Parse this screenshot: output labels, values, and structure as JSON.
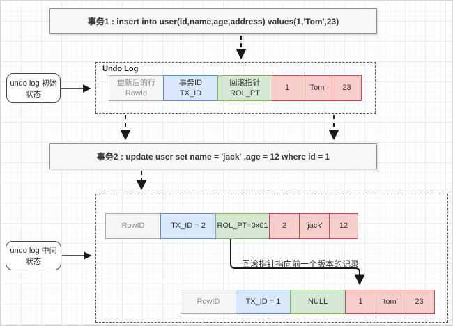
{
  "diagram": {
    "tx1_label": "事务1 : insert into user(id,name,age,address) values(1,'Tom',23)",
    "tx2_label": "事务2 : update user set name = 'jack' ,age = 12 where id = 1",
    "undo_log_title": "Undo Log",
    "state_initial_label": "undo log 初始状态",
    "state_middle_label": "undo log 中间状态",
    "pointer_note": "回滚指针指向前一个版本的记录",
    "undo_row": {
      "cells": [
        {
          "type": "gray",
          "line1": "更新后的行",
          "line2": "RowId"
        },
        {
          "type": "blue",
          "line1": "事务ID",
          "line2": "TX_ID"
        },
        {
          "type": "green",
          "line1": "回滚指针",
          "line2": "ROL_PT"
        },
        {
          "type": "pink",
          "line1": "1"
        },
        {
          "type": "pink",
          "line1": "'Tom'"
        },
        {
          "type": "pink",
          "line1": "23"
        }
      ]
    },
    "current_row": {
      "cells": [
        {
          "type": "gray",
          "line1": "RowID"
        },
        {
          "type": "blue",
          "line1": "TX_ID = 2"
        },
        {
          "type": "green",
          "line1": "ROL_PT=0x01"
        },
        {
          "type": "pink",
          "line1": "2"
        },
        {
          "type": "pink",
          "line1": "'jack'"
        },
        {
          "type": "pink",
          "line1": "12"
        }
      ]
    },
    "prev_row": {
      "cells": [
        {
          "type": "gray",
          "line1": "RowID"
        },
        {
          "type": "blue",
          "line1": "TX_ID = 1"
        },
        {
          "type": "green",
          "line1": "NULL"
        },
        {
          "type": "pink",
          "line1": "1"
        },
        {
          "type": "pink",
          "line1": "'tom'"
        },
        {
          "type": "pink",
          "line1": "23"
        }
      ]
    },
    "colors": {
      "gray_fill": "#f5f5f5",
      "gray_stroke": "#a9a9a9",
      "blue_fill": "#dae8fc",
      "blue_stroke": "#6c8ebf",
      "green_fill": "#d5e8d4",
      "green_stroke": "#82b366",
      "pink_fill": "#f8cecc",
      "pink_stroke": "#b85450",
      "arrow": "#1a1a1a"
    }
  }
}
